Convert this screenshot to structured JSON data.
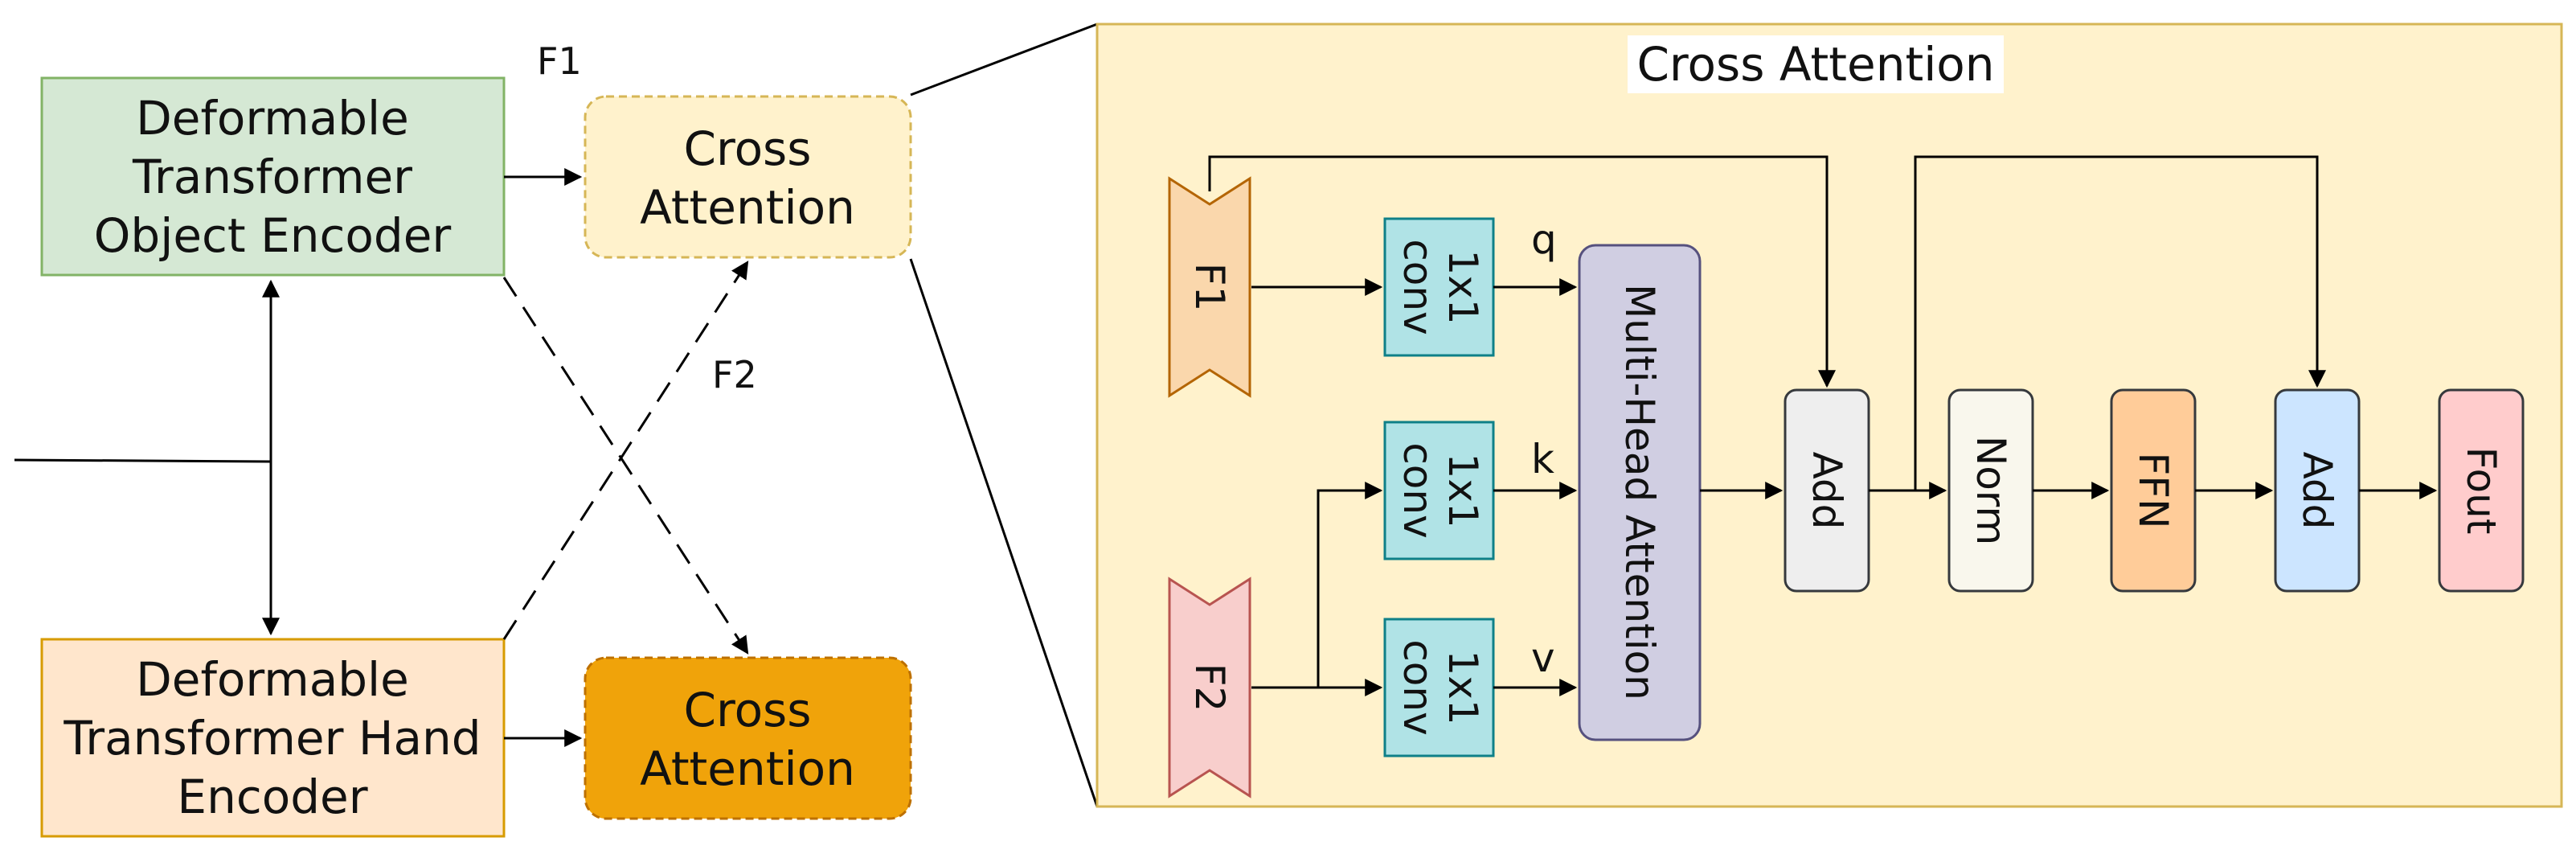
{
  "left": {
    "object_encoder": {
      "lines": [
        "Deformable",
        "Transformer",
        "Object Encoder"
      ]
    },
    "hand_encoder": {
      "lines": [
        "Deformable",
        "Transformer Hand",
        "Encoder"
      ]
    },
    "cross_attention_top": {
      "lines": [
        "Cross",
        "Attention"
      ]
    },
    "cross_attention_bottom": {
      "lines": [
        "Cross",
        "Attention"
      ]
    },
    "f1_label": "F1",
    "f2_label": "F2"
  },
  "detail": {
    "title": "Cross Attention",
    "input_f1": "F1",
    "input_f2": "F2",
    "conv_q": {
      "lines": [
        "1x1",
        "conv"
      ]
    },
    "conv_k": {
      "lines": [
        "1x1",
        "conv"
      ]
    },
    "conv_v": {
      "lines": [
        "1x1",
        "conv"
      ]
    },
    "q_label": "q",
    "k_label": "k",
    "v_label": "v",
    "mha": "Multi-Head Attention",
    "add1": "Add",
    "norm": "Norm",
    "ffn": "FFN",
    "add2": "Add",
    "fout": "Fout"
  },
  "colors": {
    "object_encoder_fill": "#d5e8d4",
    "object_encoder_stroke": "#82b366",
    "hand_encoder_fill": "#ffe6cc",
    "hand_encoder_stroke": "#d79b00",
    "cross_top_fill": "#fff2cc",
    "cross_bottom_fill": "#f0a30a",
    "panel_fill": "#fff2cc",
    "panel_stroke": "#d6b656",
    "f1_fill": "#fad7ac",
    "f2_fill": "#f8cecc",
    "conv_fill": "#b0e3e6",
    "mha_fill": "#d0cee2",
    "add1_fill": "#eeeeee",
    "norm_fill": "#f9f7ed",
    "ffn_fill": "#ffcc99",
    "add2_fill": "#cce5ff",
    "fout_fill": "#ffcccc"
  }
}
